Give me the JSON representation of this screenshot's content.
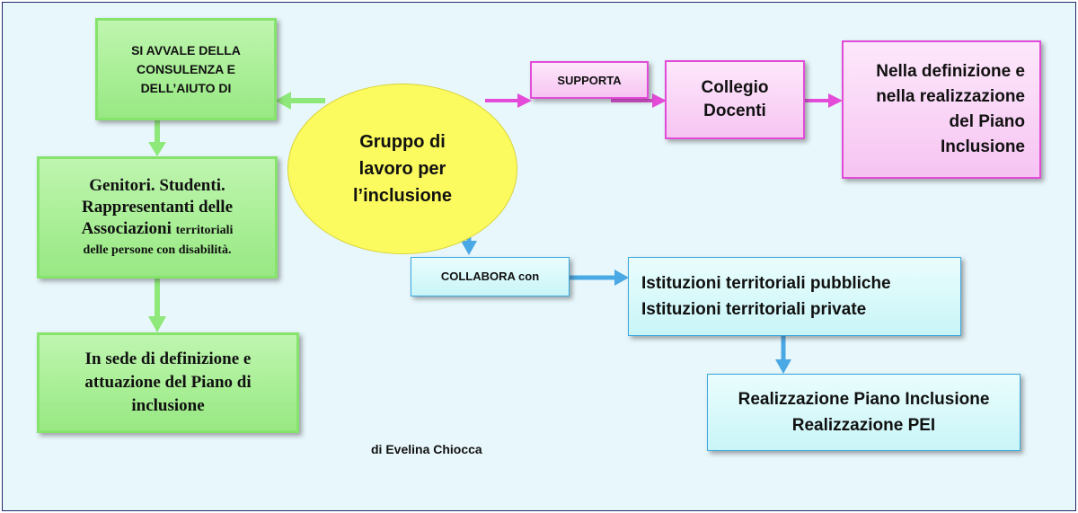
{
  "nodes": {
    "avvale": "SI AVVALE DELLA CONSULENZA E DELL’AIUTO DI",
    "genitori_line1": "Genitori. Studenti.",
    "genitori_line2": "Rappresentanti delle",
    "genitori_line3a": "Associazioni",
    "genitori_line3b": "territoriali",
    "genitori_line4": "delle persone con disabilità.",
    "sede": "In sede di definizione e attuazione del Piano di inclusione",
    "gruppo": "Gruppo di lavoro per l’inclusione",
    "supporta": "SUPPORTA",
    "collegio": "Collegio Docenti",
    "definizione": "Nella definizione e nella realizzazione del Piano Inclusione",
    "collabora": "COLLABORA con",
    "istituzioni_line1": "Istituzioni territoriali pubbliche",
    "istituzioni_line2": "Istituzioni territoriali private",
    "realizzazione_line1": "Realizzazione Piano Inclusione",
    "realizzazione_line2": "Realizzazione PEI"
  },
  "credit": "di Evelina Chiocca",
  "colors": {
    "green_arrow": "#8ee87a",
    "pink_arrow": "#e44bd9",
    "blue_arrow": "#4aa8e4",
    "ellipse_fill": "#fbfa5e"
  }
}
